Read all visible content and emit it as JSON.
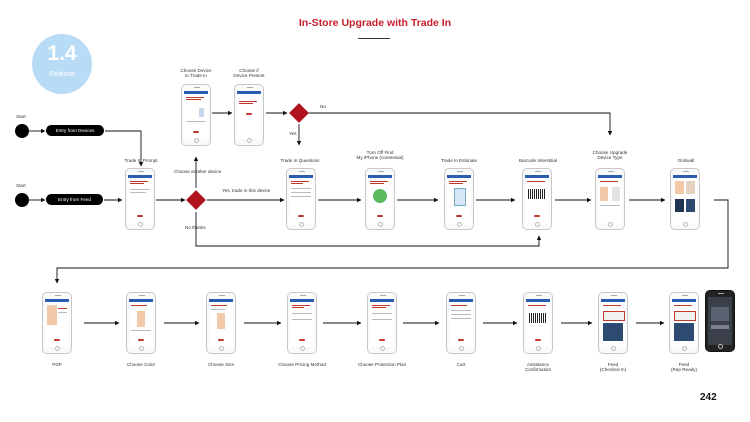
{
  "header": {
    "title": "In-Store Upgrade with Trade In"
  },
  "badge": {
    "number": "1.4",
    "subtitle": "Release"
  },
  "page_number": "242",
  "starts": {
    "top_label": "Start",
    "bottom_label": "Start"
  },
  "entries": {
    "devices": "Entry from Devices",
    "feed": "Entry from Feed"
  },
  "decision_labels": {
    "no": "No",
    "yes": "Yes",
    "another_device": "Choose another device",
    "yes_trade_this": "Yes, trade in this device",
    "no_thanks": "No thanks"
  },
  "steps_row1": {
    "trade_in_prompt": "Trade In Prompt",
    "choose_device": "Choose Device\nto Trade In",
    "choose_present": "Choose if\nDevice Present",
    "trade_in_questions": "Trade In Questions",
    "turn_off_find": "Turn Off Find\nMy iPhone (contextual)",
    "trade_in_estimate": "Trade In Estimate",
    "barcode_interstitial": "Barcode Interstitial",
    "choose_upgrade_type": "Choose Upgrade\nDevice Type",
    "gridwall": "Gridwall"
  },
  "steps_row2": {
    "pdp": "PDP",
    "choose_color": "Choose Color",
    "choose_size": "Choose Size",
    "choose_pricing": "Choose Pricing Method",
    "choose_protection": "Choose Protection Plan",
    "cart": "Cart",
    "assistance": "Assistance\nConfirmation",
    "feed_checked_in": "Feed\n(Checked In)",
    "feed_rep_ready": "Feed\n(Rep Ready)"
  },
  "colors": {
    "title_red": "#c81e2b",
    "diamond_red": "#b0121e",
    "badge_blue": "#b9dcf6",
    "arrow": "#111111"
  }
}
